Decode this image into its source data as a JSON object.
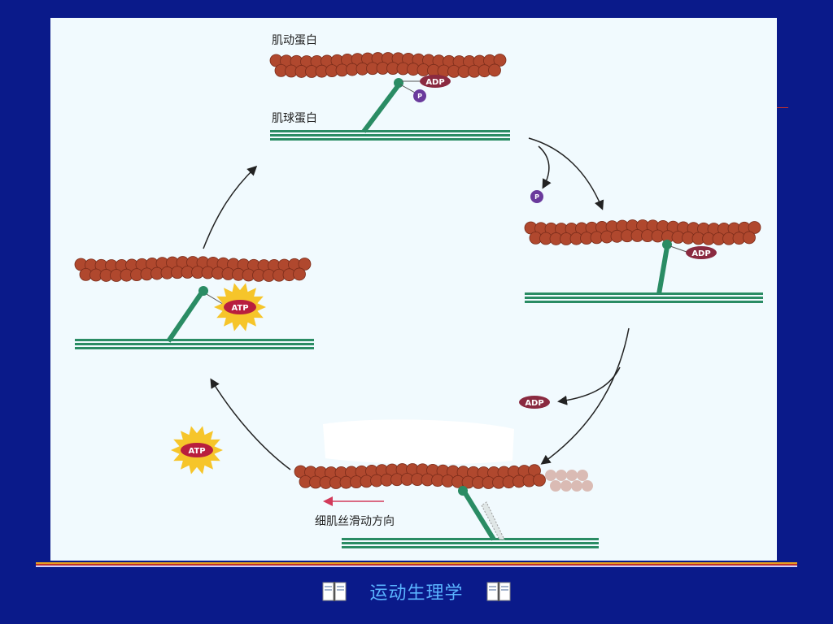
{
  "diagram": {
    "labels": {
      "actin": "肌动蛋白",
      "myosin": "肌球蛋白",
      "sliding_direction": "细肌丝滑动方向"
    },
    "molecules": {
      "adp": "ADP",
      "atp": "ATP",
      "phosphate": "P"
    }
  },
  "footer": {
    "title": "运动生理学"
  },
  "colors": {
    "background": "#0a1a8a",
    "panel": "#f1fafe",
    "actin": "#b0482e",
    "myosin": "#2a8c64",
    "adp": "#8a2a40",
    "phosphate": "#6a3a9c",
    "atp_burst": "#f6c52a",
    "footer_title": "#5ab4ff",
    "arrow": "#222222",
    "direction_arrow": "#d23a5a"
  },
  "icons": [
    "book-icon"
  ]
}
